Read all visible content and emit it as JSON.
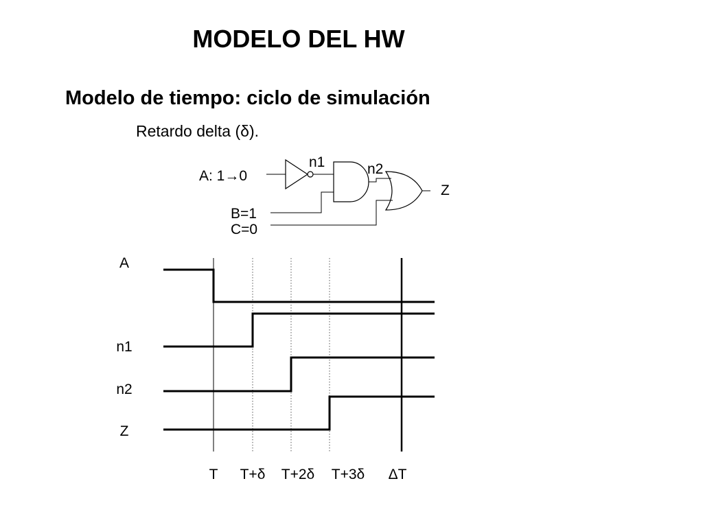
{
  "title": "MODELO DEL HW",
  "subtitle": "Modelo de tiempo: ciclo de simulación",
  "caption": "Retardo delta (δ).",
  "circuit": {
    "input_a": "A: 1→0",
    "input_b": "B=1",
    "input_c": "C=0",
    "node_n1": "n1",
    "node_n2": "n2",
    "output_z": "Z",
    "gates": [
      "not-gate",
      "and-gate",
      "or-gate"
    ]
  },
  "timing": {
    "signals": [
      "A",
      "n1",
      "n2",
      "Z"
    ],
    "times": [
      "T",
      "T+δ",
      "T+2δ",
      "T+3δ",
      "ΔT"
    ]
  }
}
